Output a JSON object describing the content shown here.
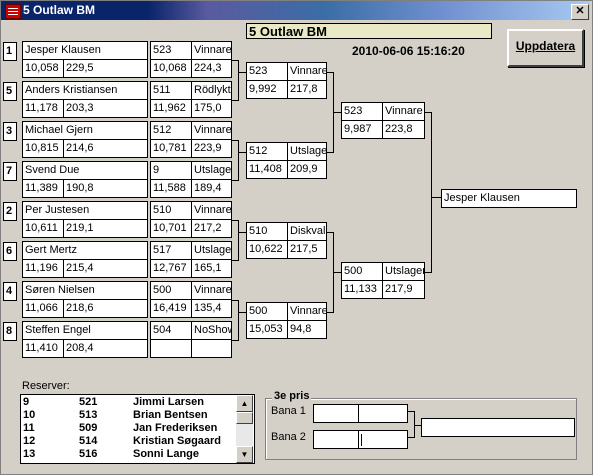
{
  "window": {
    "title": "5 Outlaw BM",
    "close": "✕"
  },
  "header": {
    "title": "5 Outlaw BM",
    "datetime": "2010-06-06 15:16:20",
    "update_button": "Uppdatera"
  },
  "round1": [
    {
      "seed": "1",
      "name": "Jesper Klausen",
      "time": "10,058",
      "speed": "229,5",
      "lane": "523",
      "result": "Vinnare",
      "rtime": "10,068",
      "rspeed": "224,3"
    },
    {
      "seed": "5",
      "name": "Anders Kristiansen",
      "time": "11,178",
      "speed": "203,3",
      "lane": "511",
      "result": "Rödlykta",
      "rtime": "11,962",
      "rspeed": "175,0"
    },
    {
      "seed": "3",
      "name": "Michael Gjern",
      "time": "10,815",
      "speed": "214,6",
      "lane": "512",
      "result": "Vinnare",
      "rtime": "10,781",
      "rspeed": "223,9"
    },
    {
      "seed": "7",
      "name": "Svend Due",
      "time": "11,389",
      "speed": "190,8",
      "lane": "9",
      "result": "Utslagen",
      "rtime": "11,588",
      "rspeed": "189,4"
    },
    {
      "seed": "2",
      "name": "Per Justesen",
      "time": "10,611",
      "speed": "219,1",
      "lane": "510",
      "result": "Vinnare",
      "rtime": "10,701",
      "rspeed": "217,2"
    },
    {
      "seed": "6",
      "name": "Gert Mertz",
      "time": "11,196",
      "speed": "215,4",
      "lane": "517",
      "result": "Utslagen",
      "rtime": "12,767",
      "rspeed": "165,1"
    },
    {
      "seed": "4",
      "name": "Søren Nielsen",
      "time": "11,066",
      "speed": "218,6",
      "lane": "500",
      "result": "Vinnare",
      "rtime": "16,419",
      "rspeed": "135,4"
    },
    {
      "seed": "8",
      "name": "Steffen Engel",
      "time": "11,410",
      "speed": "208,4",
      "lane": "504",
      "result": "NoShow",
      "rtime": "",
      "rspeed": ""
    }
  ],
  "round2": [
    {
      "lane": "523",
      "result": "Vinnare",
      "rtime": "9,992",
      "rspeed": "217,8"
    },
    {
      "lane": "512",
      "result": "Utslagen",
      "rtime": "11,408",
      "rspeed": "209,9"
    },
    {
      "lane": "510",
      "result": "Diskvalif",
      "rtime": "10,622",
      "rspeed": "217,5"
    },
    {
      "lane": "500",
      "result": "Vinnare",
      "rtime": "15,053",
      "rspeed": "94,8"
    }
  ],
  "round3": [
    {
      "lane": "523",
      "result": "Vinnare",
      "rtime": "9,987",
      "rspeed": "223,8"
    },
    {
      "lane": "500",
      "result": "Utslagen",
      "rtime": "11,133",
      "rspeed": "217,9"
    }
  ],
  "winner": "Jesper Klausen",
  "reserves": {
    "label": "Reserver:",
    "rows": [
      {
        "num": "9",
        "lane": "521",
        "name": "Jimmi Larsen"
      },
      {
        "num": "10",
        "lane": "513",
        "name": "Brian Bentsen"
      },
      {
        "num": "11",
        "lane": "509",
        "name": "Jan Frederiksen"
      },
      {
        "num": "12",
        "lane": "514",
        "name": "Kristian Søgaard"
      },
      {
        "num": "13",
        "lane": "516",
        "name": "Sonni Lange"
      }
    ]
  },
  "third_place": {
    "label": "3e pris",
    "bana1": "Bana 1",
    "bana2": "Bana 2"
  }
}
